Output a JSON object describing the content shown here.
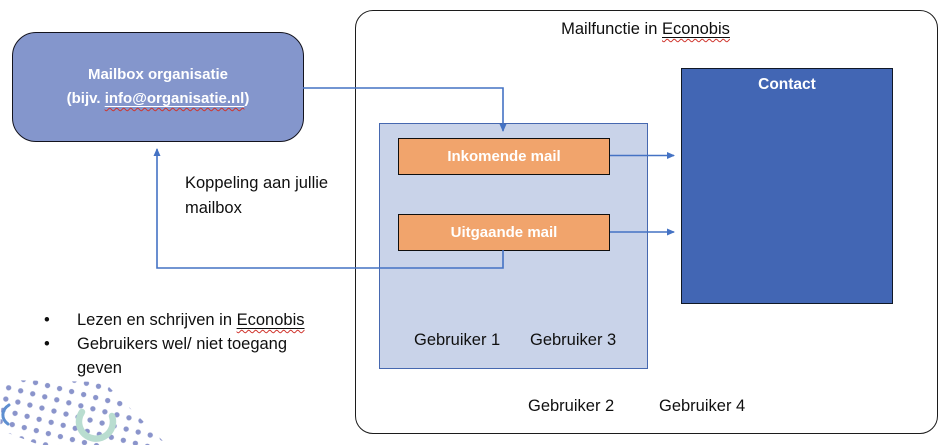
{
  "colors": {
    "connector_blue": "#4472C4",
    "mailbox_fill": "#8496CC",
    "panel_fill": "#C9D3E9",
    "chip_orange": "#F1A46C",
    "contact_fill": "#4266B4",
    "deco_dots": "#8A94CB",
    "deco_arc_teal": "#B9DDD0",
    "spellcheck_red": "#d0342c"
  },
  "diagram": {
    "title": {
      "prefix": "Mailfunctie in ",
      "underlined": "Econobis"
    },
    "mailbox_box": {
      "line1": "Mailbox organisatie",
      "line2_prefix": "(bijv. ",
      "line2_link": "info@organisatie.nl",
      "line2_suffix": ")"
    },
    "koppeling_label": "Koppeling aan jullie mailbox",
    "inbox_chip": "Inkomende mail",
    "outbox_chip": "Uitgaande mail",
    "contact_box": "Contact",
    "users_inside": [
      "Gebruiker 1",
      "Gebruiker 3"
    ],
    "users_outside": [
      "Gebruiker 2",
      "Gebruiker 4"
    ]
  },
  "notes": {
    "bullet1_prefix": "Lezen en schrijven in ",
    "bullet1_underlined": "Econobis",
    "bullet2": "Gebruikers wel/ niet toegang geven"
  }
}
